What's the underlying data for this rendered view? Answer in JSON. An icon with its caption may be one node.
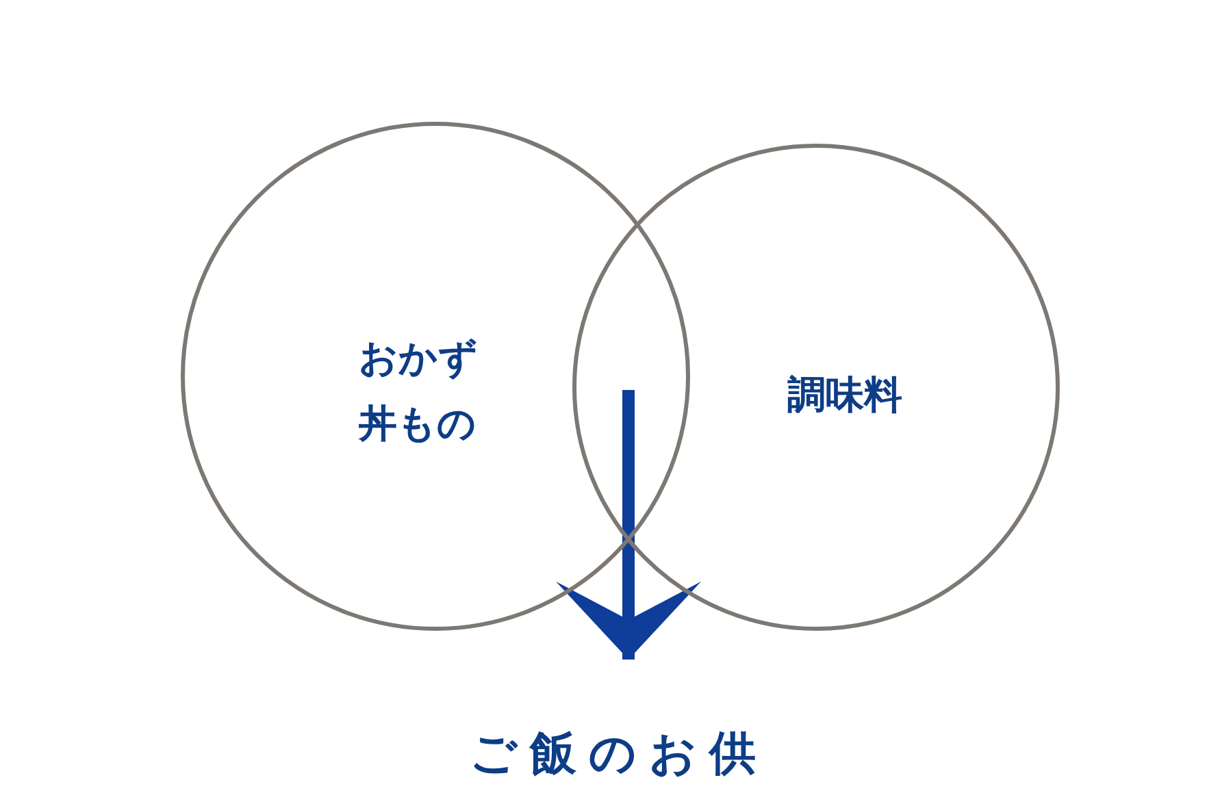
{
  "diagram": {
    "nodes": [
      {
        "text": [
          "おかず",
          "丼もの"
        ]
      },
      {
        "text": [
          "調味料"
        ]
      },
      {
        "text": [
          "ご飯のお供"
        ]
      }
    ],
    "edges": [
      {
        "from": 0,
        "to": 2,
        "arrow": "to"
      },
      {
        "from": 1,
        "to": 2,
        "arrow": "to"
      }
    ]
  }
}
